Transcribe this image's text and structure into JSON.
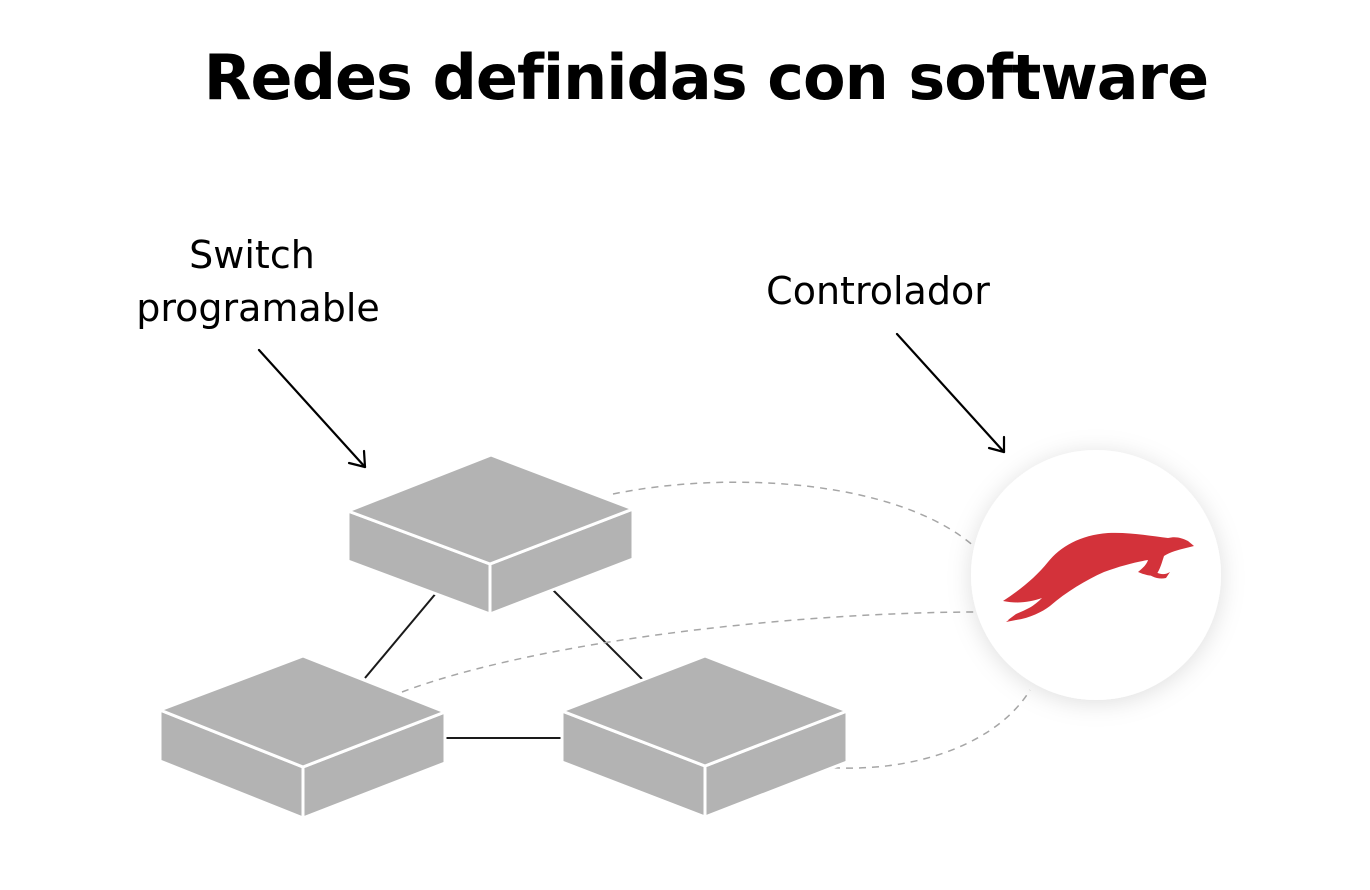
{
  "title": "Redes definidas con software",
  "labels": {
    "switch_line1": "Switch",
    "switch_line2": "programable",
    "controller": "Controlador"
  },
  "nodes": {
    "switches": [
      {
        "id": "switch-top"
      },
      {
        "id": "switch-bottom-left"
      },
      {
        "id": "switch-bottom-right"
      }
    ],
    "controller": {
      "id": "controller",
      "icon": "greyhound-logo-icon"
    }
  },
  "links": {
    "physical": [
      {
        "from": "switch-top",
        "to": "switch-bottom-left"
      },
      {
        "from": "switch-top",
        "to": "switch-bottom-right"
      },
      {
        "from": "switch-bottom-left",
        "to": "switch-bottom-right"
      }
    ],
    "control": [
      {
        "from": "controller",
        "to": "switch-top"
      },
      {
        "from": "controller",
        "to": "switch-bottom-left"
      },
      {
        "from": "controller",
        "to": "switch-bottom-right"
      }
    ]
  },
  "colors": {
    "switch": "#b3b3b3",
    "logo": "#d3323a",
    "background": "#ffffff",
    "dashed": "#a6a6a6"
  }
}
